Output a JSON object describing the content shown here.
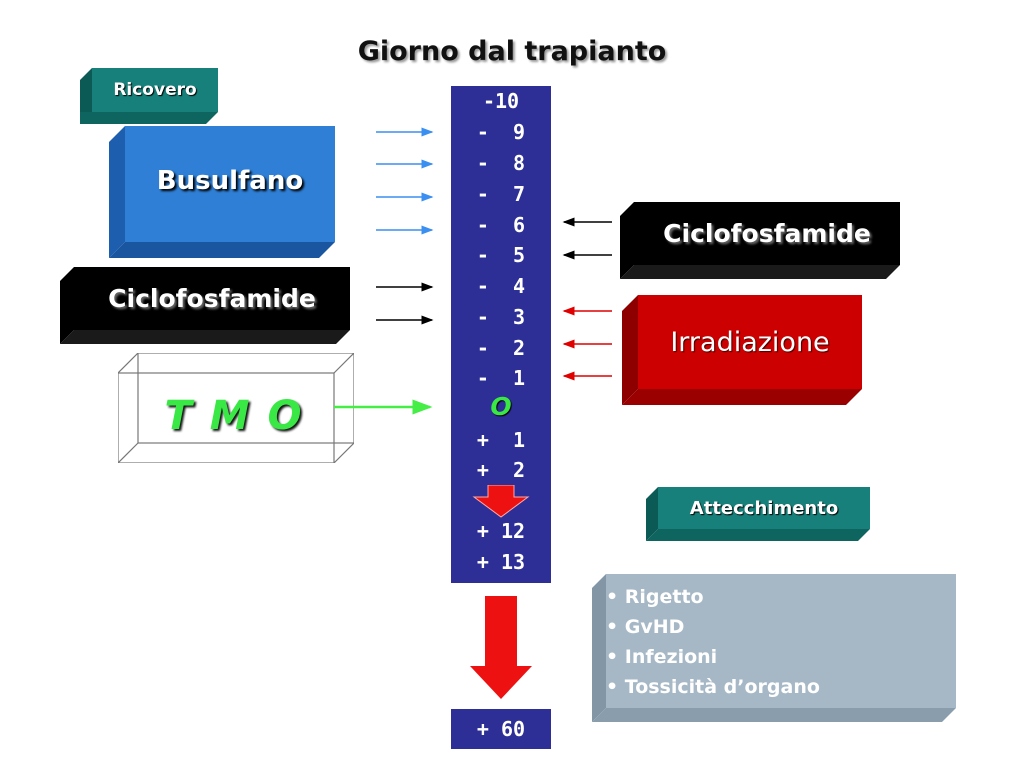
{
  "title": "Giorno dal trapianto",
  "timeline": {
    "days": [
      "-10",
      "-  9",
      "-  8",
      "-  7",
      "-  6",
      "-  5",
      "-  4",
      "-  3",
      "-  2",
      "-  1",
      "O",
      "+  1",
      "+  2",
      "+ 12",
      "+ 13"
    ],
    "final_day": "+ 60"
  },
  "boxes": {
    "ricovero": "Ricovero",
    "busulfano": "Busulfano",
    "ciclofosfamide_left": "Ciclofosfamide",
    "tmo": "T M O",
    "ciclofosfamide_right": "Ciclofosfamide",
    "irradiazione": "Irradiazione",
    "attecchimento": "Attecchimento"
  },
  "complications": [
    "• Rigetto",
    "• GvHD",
    "• Infezioni",
    "• Tossicità d’organo"
  ],
  "colors": {
    "timeline": "#2e2f96",
    "busulfano": "#2f7fd6",
    "teal": "#17807a",
    "black_box": "#000000",
    "irradiazione": "#cc0000",
    "complications": "#a6b8c6",
    "tmo_text": "#39e844",
    "arrow_blue": "#3b8ff0",
    "arrow_red": "#e00000",
    "arrow_green": "#44ee44"
  }
}
